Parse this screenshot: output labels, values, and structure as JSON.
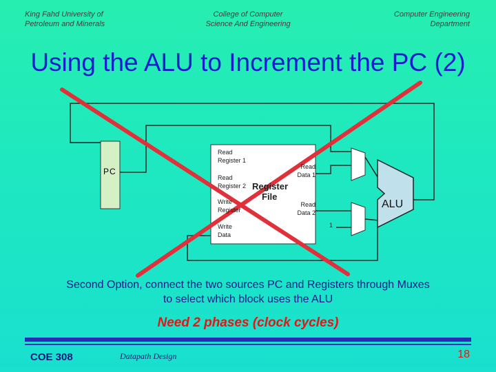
{
  "header": {
    "left_line1": "King Fahd University of",
    "left_line2": "Petroleum and Minerals",
    "center_line1": "College of Computer",
    "center_line2": "Science And Engineering",
    "right_line1": "Computer Engineering",
    "right_line2": "Department"
  },
  "title": "Using the ALU to Increment the PC (2)",
  "diagram": {
    "pc_label": "PC",
    "read_register_1_line1": "Read",
    "read_register_1_line2": "Register 1",
    "read_register_2_line1": "Read",
    "read_register_2_line2": "Register 2",
    "write_register_line1": "Write",
    "write_register_line2": "Register",
    "write_data_line1": "Write",
    "write_data_line2": "Data",
    "read_data_1_line1": "Read",
    "read_data_1_line2": "Data 1",
    "read_data_2_line1": "Read",
    "read_data_2_line2": "Data 2",
    "register_file_line1": "Register",
    "register_file_line2": "File",
    "alu_label": "ALU",
    "constant_one": "1"
  },
  "description_line1": "Second Option, connect the two sources PC and Registers through Muxes",
  "description_line2": "to select which block uses the ALU",
  "phases": "Need 2 phases (clock cycles)",
  "footer": {
    "course": "COE 308",
    "topic": "Datapath Design",
    "page": "18"
  },
  "colors": {
    "title": "#1c1ccf",
    "cross": "#e0303a",
    "pc_fill": "#d4f0c4",
    "alu_fill": "#c0e0ec",
    "footer_rule": "#2a2ab8"
  }
}
